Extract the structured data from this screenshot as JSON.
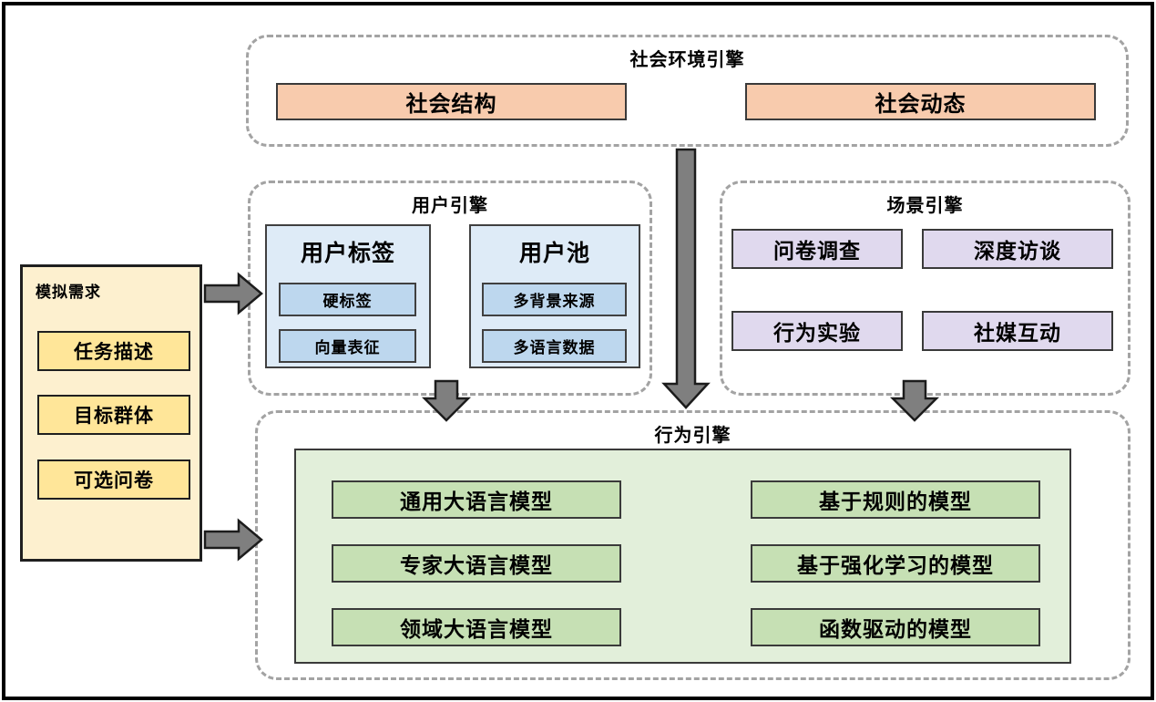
{
  "sim_requirements": {
    "title": "模拟需求",
    "items": [
      "任务描述",
      "目标群体",
      "可选问卷"
    ]
  },
  "social_env_engine": {
    "title": "社会环境引擎",
    "boxes": [
      "社会结构",
      "社会动态"
    ]
  },
  "user_engine": {
    "title": "用户引擎",
    "groups": [
      {
        "title": "用户标签",
        "items": [
          "硬标签",
          "向量表征"
        ]
      },
      {
        "title": "用户池",
        "items": [
          "多背景来源",
          "多语言数据"
        ]
      }
    ]
  },
  "scenario_engine": {
    "title": "场景引擎",
    "boxes": [
      "问卷调查",
      "深度访谈",
      "行为实验",
      "社媒互动"
    ]
  },
  "behavior_engine": {
    "title": "行为引擎",
    "left_models": [
      "通用大语言模型",
      "专家大语言模型",
      "领域大语言模型"
    ],
    "right_models": [
      "基于规则的模型",
      "基于强化学习的模型",
      "函数驱动的模型"
    ]
  },
  "icons": {
    "arrow_right": "block-arrow-right",
    "arrow_down": "block-arrow-down"
  },
  "colors": {
    "orange": "#F8CBAD",
    "blue_light": "#DEEBF7",
    "blue": "#BDD7EE",
    "purple": "#E0D9EE",
    "yellow_light": "#FDF0CF",
    "yellow": "#FFE699",
    "green_light": "#E2EFDA",
    "green": "#C6E0B4",
    "arrow_gray": "#7F7F7F",
    "dashed_border": "#A3A3A3"
  }
}
